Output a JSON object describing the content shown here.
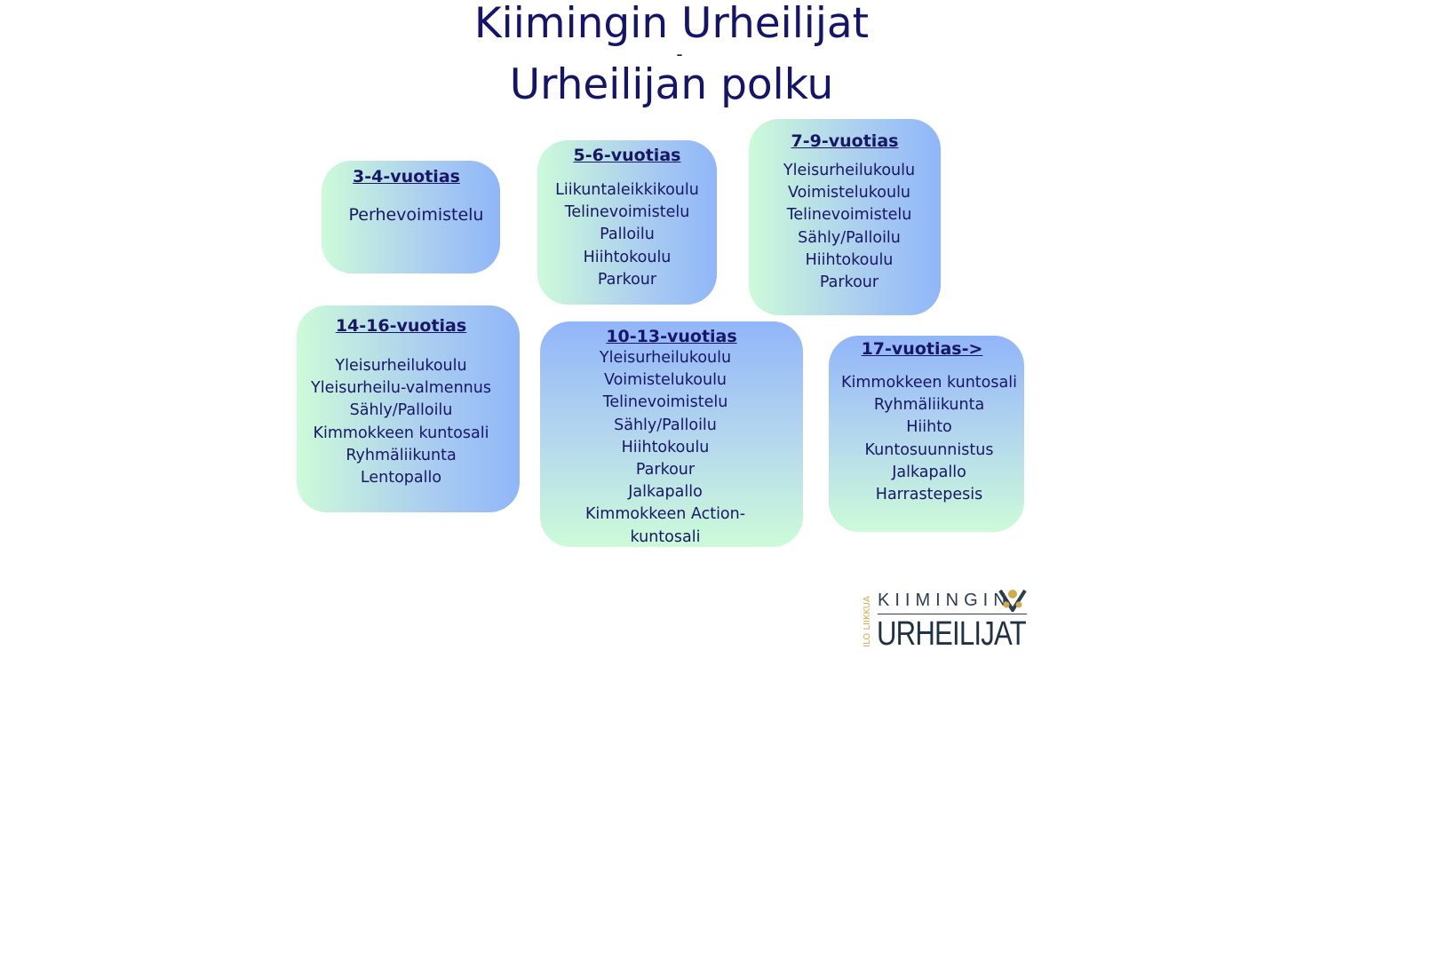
{
  "title": {
    "line1": "Kiimingin Urheilijat",
    "separator": "-",
    "line2": "Urheilijan polku"
  },
  "groups": [
    {
      "heading": "3-4-vuotias",
      "items": [
        "Perhevoimistelu"
      ]
    },
    {
      "heading": "5-6-vuotias",
      "items": [
        "Liikuntaleikkikoulu",
        "Telinevoimistelu",
        "Palloilu",
        "Hiihtokoulu",
        "Parkour"
      ]
    },
    {
      "heading": "7-9-vuotias",
      "items": [
        "Yleisurheilukoulu",
        "Voimistelukoulu",
        "Telinevoimistelu",
        "Sähly/Palloilu",
        "Hiihtokoulu",
        "Parkour"
      ]
    },
    {
      "heading": "14-16-vuotias",
      "items": [
        "Yleisurheilukoulu",
        "Yleisurheilu-valmennus",
        "Sähly/Palloilu",
        "Kimmokkeen kuntosali",
        "Ryhmäliikunta",
        "Lentopallo"
      ]
    },
    {
      "heading": "10-13-vuotias",
      "items": [
        "Yleisurheilukoulu",
        "Voimistelukoulu",
        "Telinevoimistelu",
        "Sähly/Palloilu",
        "Hiihtokoulu",
        "Parkour",
        "Jalkapallo",
        "Kimmokkeen Action-",
        "kuntosali"
      ]
    },
    {
      "heading": "17-vuotias->",
      "items": [
        "Kimmokkeen kuntosali",
        "Ryhmäliikunta",
        "Hiihto",
        "Kuntosuunnistus",
        "Jalkapallo",
        "Harrastepesis"
      ]
    }
  ],
  "logo": {
    "top": "KIIMINGIN",
    "main": "URHEILIJAT",
    "side": "ILO LIIKKUA"
  }
}
